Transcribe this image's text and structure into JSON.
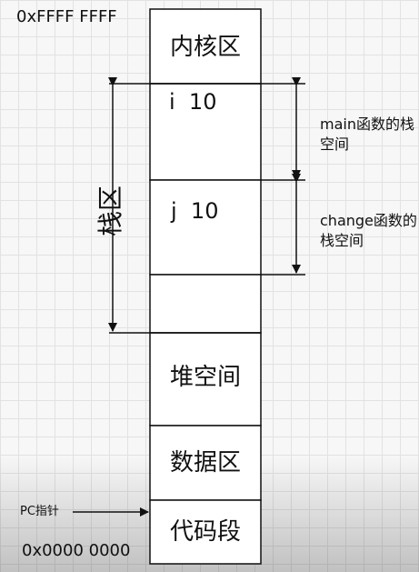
{
  "address_top": "0xFFFF FFFF",
  "address_bottom": "0x0000 0000",
  "blocks": {
    "kernel": "内核区",
    "heap": "堆空间",
    "data": "数据区",
    "code": "代码段"
  },
  "stack": {
    "label": "栈区",
    "var_i": "i  10",
    "var_j": "j  10"
  },
  "annotations": {
    "main_frame": "main函数的栈空间",
    "change_frame": "change函数的栈空间",
    "pc_pointer": "PC指针"
  },
  "colors": {
    "line": "#111111",
    "block_fill": "#ffffff"
  }
}
